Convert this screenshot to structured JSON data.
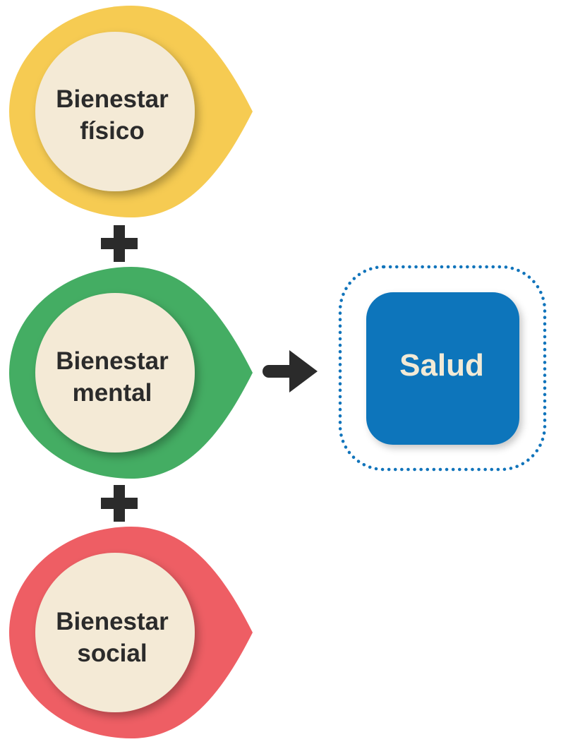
{
  "nodes": [
    {
      "id": "fisico",
      "line1": "Bienestar",
      "line2": "físico",
      "color": "#f6cb52"
    },
    {
      "id": "mental",
      "line1": "Bienestar",
      "line2": "mental",
      "color": "#44ad63"
    },
    {
      "id": "social",
      "line1": "Bienestar",
      "line2": "social",
      "color": "#ee5e64"
    }
  ],
  "inner_circle_color": "#f4ead6",
  "operator_symbol": "plus-icon",
  "operator_color": "#2b2b2b",
  "arrow_icon": "arrow-right-icon",
  "result": {
    "label": "Salud",
    "color": "#1174bb",
    "border_style": "dotted",
    "border_color": "#1174bb"
  }
}
